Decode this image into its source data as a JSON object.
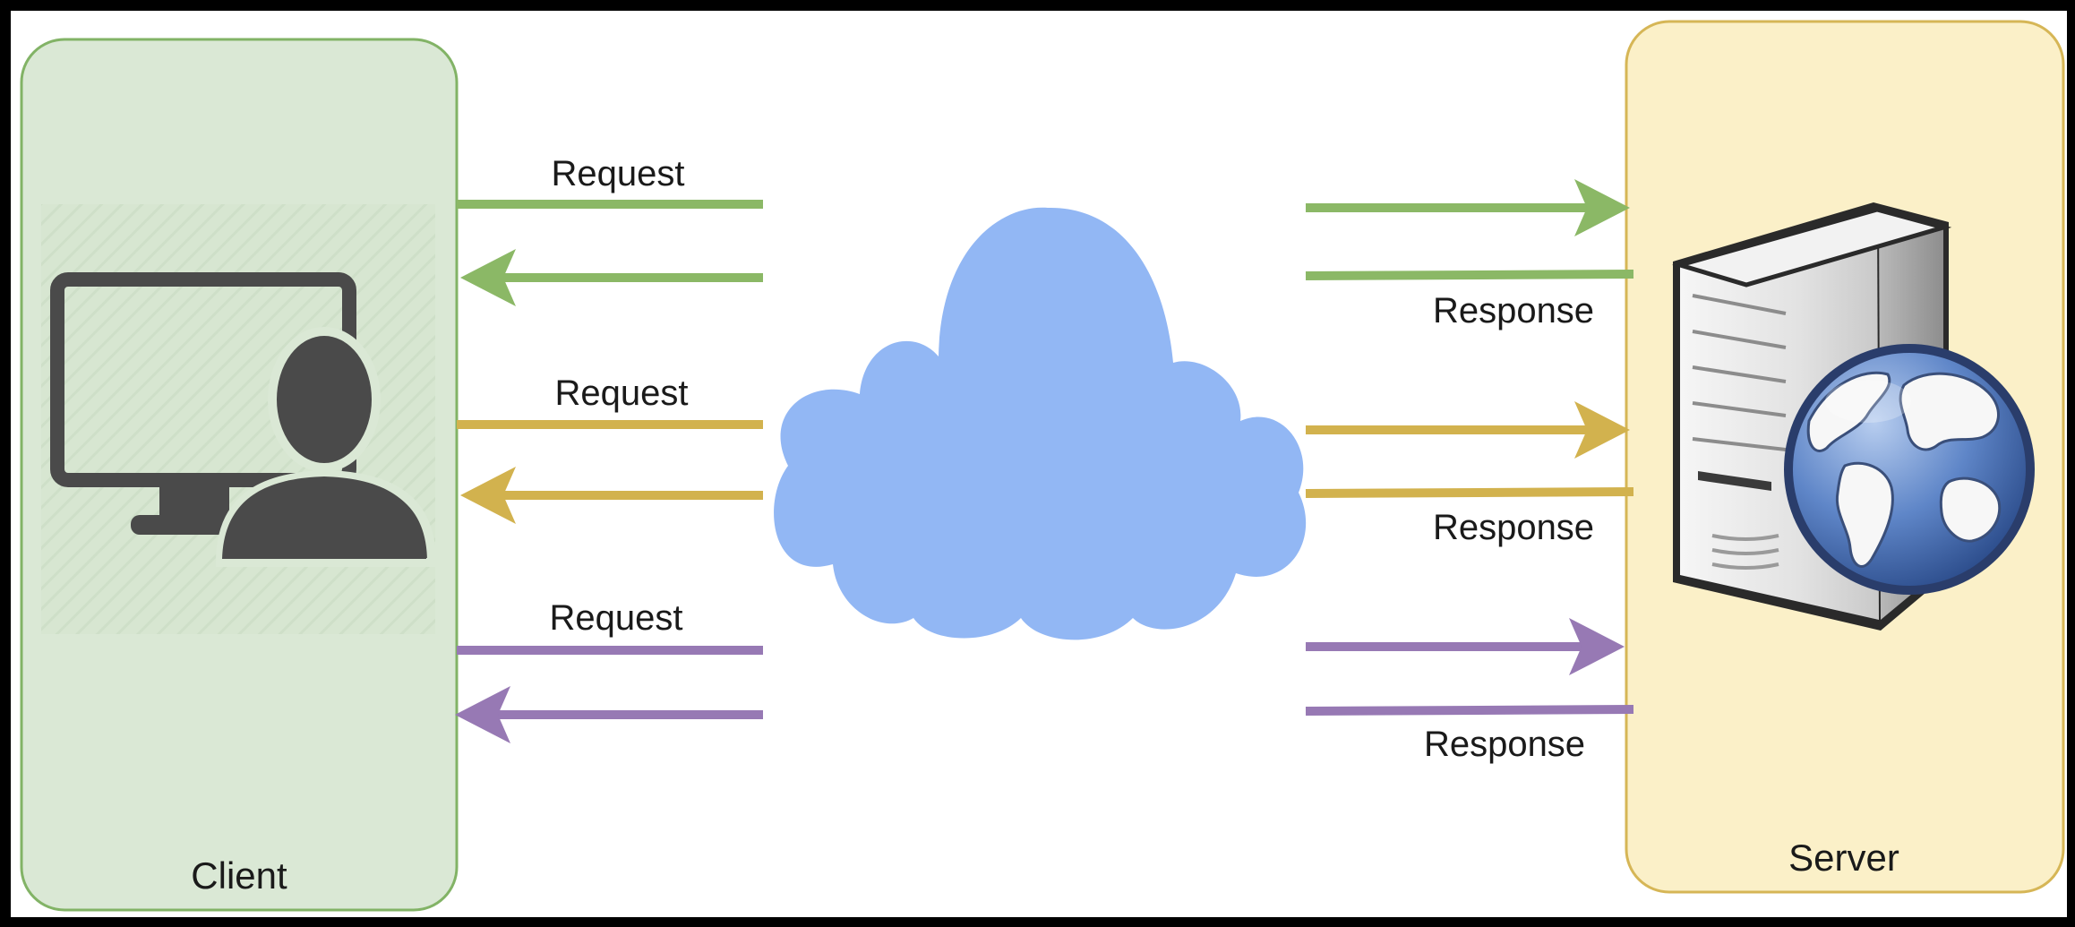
{
  "client": {
    "label": "Client",
    "icon": "client-user-computer-icon"
  },
  "server": {
    "label": "Server",
    "icon": "web-server-globe-icon"
  },
  "network": {
    "icon": "internet-cloud-icon"
  },
  "colors": {
    "background": "#ffffff",
    "frame": "#000000",
    "client_fill": "#dae8d5",
    "client_border": "#82b366",
    "server_fill": "#fbf0c8",
    "server_border": "#d6b656",
    "cloud": "#92b7f4",
    "icon_dark": "#4a4a4a",
    "text": "#1a1a1a"
  },
  "exchanges": [
    {
      "request_label": "Request",
      "response_label": "Response",
      "color": "#8bb866"
    },
    {
      "request_label": "Request",
      "response_label": "Response",
      "color": "#d2b24e"
    },
    {
      "request_label": "Request",
      "response_label": "Response",
      "color": "#9779b4"
    }
  ]
}
